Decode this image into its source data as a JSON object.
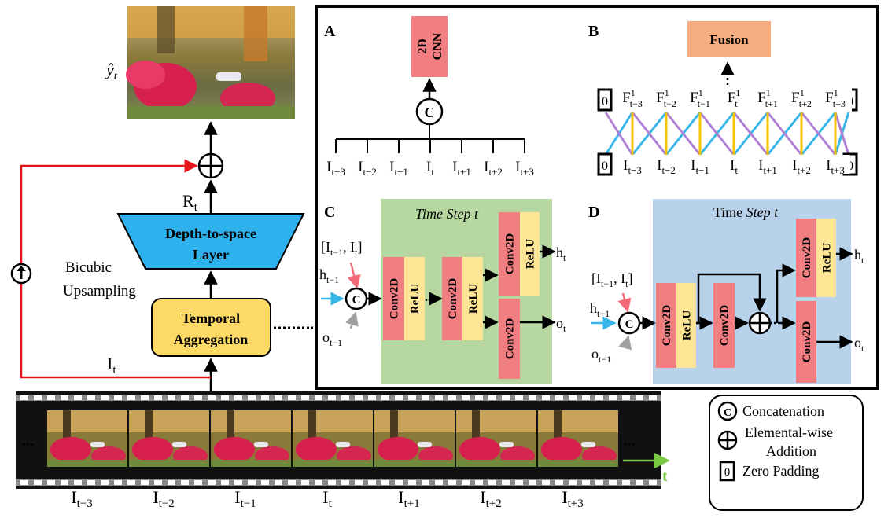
{
  "output": {
    "label": "ŷ",
    "sub": "t"
  },
  "main": {
    "rt_label": "R",
    "rt_sub": "t",
    "depth_line1": "Depth-to-space",
    "depth_line2": "Layer",
    "temporal_line1": "Temporal",
    "temporal_line2": "Aggregation",
    "bicubic_line1": "Bicubic",
    "bicubic_line2": "Upsampling",
    "it_label": "I",
    "it_sub": "t"
  },
  "film": {
    "ellipsis": "...",
    "time_arrow_label": "t",
    "frames": [
      {
        "base": "I",
        "sub": "t−3"
      },
      {
        "base": "I",
        "sub": "t−2"
      },
      {
        "base": "I",
        "sub": "t−1"
      },
      {
        "base": "I",
        "sub": "t"
      },
      {
        "base": "I",
        "sub": "t+1"
      },
      {
        "base": "I",
        "sub": "t+2"
      },
      {
        "base": "I",
        "sub": "t+3"
      }
    ]
  },
  "panel_a": {
    "letter": "A",
    "cnn_line1": "2D",
    "cnn_line2": "CNN",
    "concat": "C",
    "inputs": [
      {
        "base": "I",
        "sub": "t−3"
      },
      {
        "base": "I",
        "sub": "t−2"
      },
      {
        "base": "I",
        "sub": "t−1"
      },
      {
        "base": "I",
        "sub": "t"
      },
      {
        "base": "I",
        "sub": "t+1"
      },
      {
        "base": "I",
        "sub": "t+2"
      },
      {
        "base": "I",
        "sub": "t+3"
      }
    ]
  },
  "panel_b": {
    "letter": "B",
    "fusion": "Fusion",
    "zero": "0",
    "features": [
      {
        "base": "F",
        "sup": "1",
        "sub": "t−3"
      },
      {
        "base": "F",
        "sup": "1",
        "sub": "t−2"
      },
      {
        "base": "F",
        "sup": "1",
        "sub": "t−1"
      },
      {
        "base": "F",
        "sup": "1",
        "sub": "t"
      },
      {
        "base": "F",
        "sup": "1",
        "sub": "t+1"
      },
      {
        "base": "F",
        "sup": "1",
        "sub": "t+2"
      },
      {
        "base": "F",
        "sup": "1",
        "sub": "t+3"
      }
    ],
    "inputs": [
      {
        "base": "I",
        "sub": "t−3"
      },
      {
        "base": "I",
        "sub": "t−2"
      },
      {
        "base": "I",
        "sub": "t−1"
      },
      {
        "base": "I",
        "sub": "t"
      },
      {
        "base": "I",
        "sub": "t+1"
      },
      {
        "base": "I",
        "sub": "t+2"
      },
      {
        "base": "I",
        "sub": "t+3"
      }
    ]
  },
  "panel_c": {
    "letter": "C",
    "title": "Time Step t",
    "pair_label": "[I",
    "pair_sub1": "t−1",
    "pair_mid": ", I",
    "pair_sub2": "t",
    "pair_end": "]",
    "h_in": "h",
    "h_in_sub": "t−1",
    "o_in": "o",
    "o_in_sub": "t−1",
    "concat": "C",
    "conv": "Conv2D",
    "relu": "ReLU",
    "dots": "...",
    "h_out": "h",
    "h_out_sub": "t",
    "o_out": "o",
    "o_out_sub": "t"
  },
  "panel_d": {
    "letter": "D",
    "title_a": "Time",
    "title_b": "Step t",
    "pair_label": "[I",
    "pair_sub1": "t−1",
    "pair_mid": ", I",
    "pair_sub2": "t",
    "pair_end": "]",
    "h_in": "h",
    "h_in_sub": "t−1",
    "o_in": "o",
    "o_in_sub": "t−1",
    "concat": "C",
    "conv": "Conv2D",
    "relu": "ReLU",
    "h_out": "h",
    "h_out_sub": "t",
    "o_out": "o",
    "o_out_sub": "t"
  },
  "legend": {
    "concat_symbol": "C",
    "concat_label": "Concatenation",
    "add_label_1": "Elemental-wise",
    "add_label_2": "Addition",
    "zero_symbol": "0",
    "zero_label": "Zero Padding"
  },
  "colors": {
    "red_arrow": "#e8141c",
    "cyan": "#38b6ea",
    "yellow": "#f5c400",
    "purple": "#b07fd6",
    "conv_red": "#f17e80",
    "relu_yellow": "#fde595",
    "fusion": "#f5ad80",
    "panel_c_bg": "#b6d8a0",
    "panel_d_bg": "#b8d2ec",
    "depth_blue": "#2eb2ed",
    "temporal_yellow": "#fdd966",
    "time_green": "#7ac943"
  }
}
